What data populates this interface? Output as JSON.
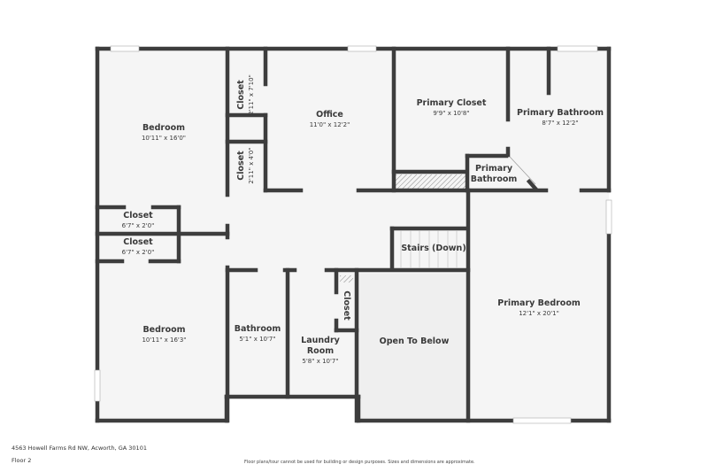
{
  "plan": {
    "floor_label": "Floor 2",
    "address": "4563 Howell Farms Rd NW, Acworth, GA 30101",
    "disclaimer": "Floor plans/tour cannot be used for building or design purposes. Sizes and dimensions are approximate.",
    "colors": {
      "wall": "#3d3d3d",
      "floor": "#f5f5f5",
      "open_to_below": "#efefef",
      "background": "#ffffff"
    }
  },
  "rooms": {
    "bedroom_1": {
      "name": "Bedroom",
      "dim": "10'11\" x 16'0\""
    },
    "closet_a": {
      "name": "Closet",
      "dim": "2'11\" x 7'10\""
    },
    "closet_b": {
      "name": "Closet",
      "dim": "2'11\" x 4'0\""
    },
    "office": {
      "name": "Office",
      "dim": "11'0\" x 12'2\""
    },
    "primary_closet": {
      "name": "Primary Closet",
      "dim": "9'9\" x 10'8\""
    },
    "primary_bathroom": {
      "name": "Primary Bathroom",
      "dim": "8'7\" x 12'2\""
    },
    "primary_bathroom_wc": {
      "name_line1": "Primary",
      "name_line2": "Bathroom"
    },
    "closet_c": {
      "name": "Closet",
      "dim": "6'7\" x 2'0\""
    },
    "closet_d": {
      "name": "Closet",
      "dim": "6'7\" x 2'0\""
    },
    "stairs": {
      "name": "Stairs (Down)"
    },
    "bedroom_2": {
      "name": "Bedroom",
      "dim": "10'11\" x 16'3\""
    },
    "bathroom": {
      "name": "Bathroom",
      "dim": "5'1\" x 10'7\""
    },
    "laundry": {
      "name_line1": "Laundry",
      "name_line2": "Room",
      "dim": "5'8\" x 10'7\""
    },
    "closet_e": {
      "name": "Closet"
    },
    "open_to_below": {
      "name": "Open To Below"
    },
    "primary_bedroom": {
      "name": "Primary Bedroom",
      "dim": "12'1\" x 20'1\""
    }
  }
}
